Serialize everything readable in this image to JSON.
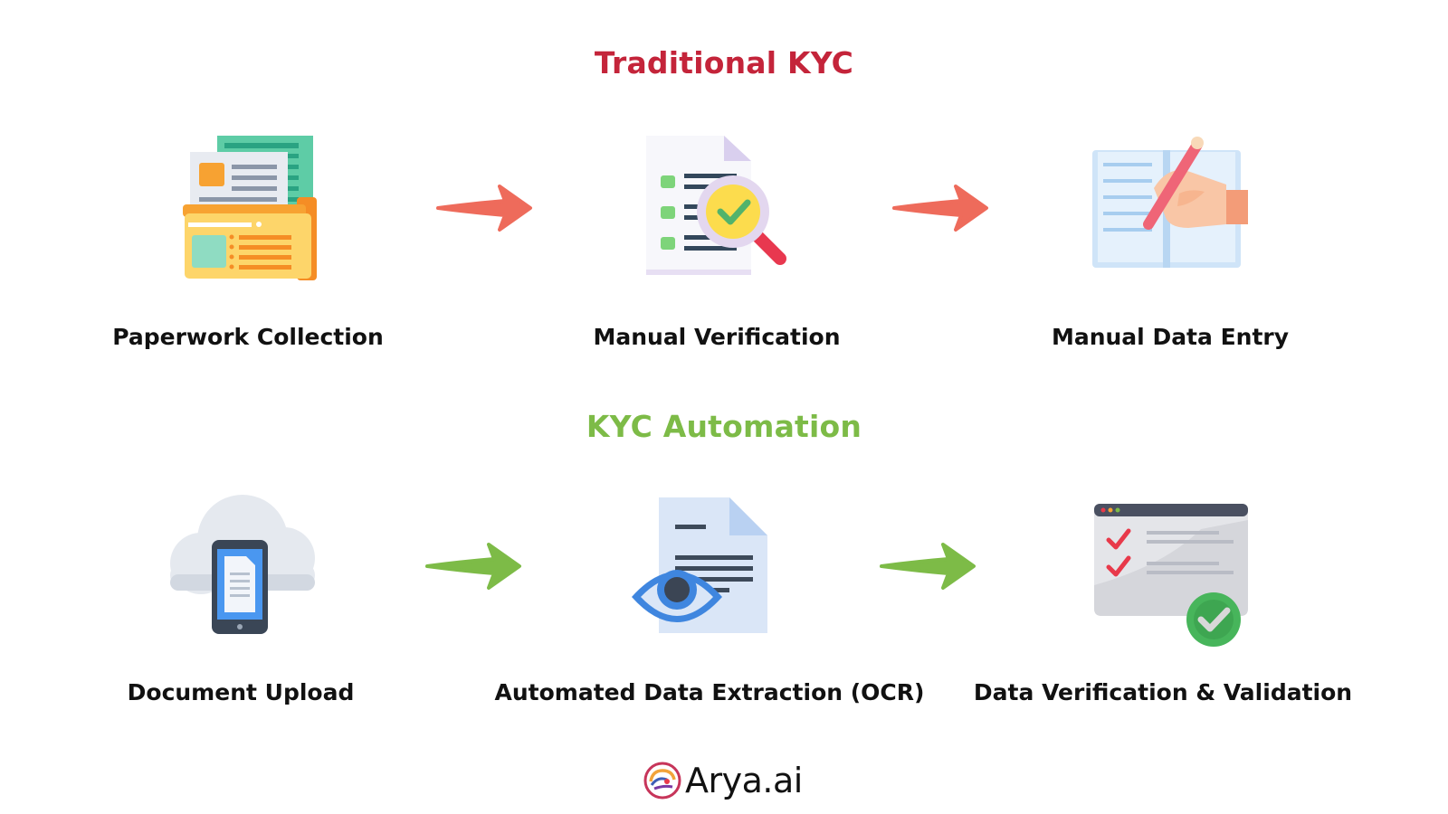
{
  "traditional": {
    "title": "Traditional KYC",
    "accent_color": "#c4243a",
    "arrow_color": "#ee6b5b",
    "steps": [
      {
        "label": "Paperwork Collection",
        "icon": "paperwork-folder-icon"
      },
      {
        "label": "Manual Verification",
        "icon": "checklist-magnifier-icon"
      },
      {
        "label": "Manual Data Entry",
        "icon": "hand-pencil-book-icon"
      }
    ]
  },
  "automation": {
    "title": "KYC Automation",
    "accent_color": "#7dbb47",
    "arrow_color": "#7dbb47",
    "steps": [
      {
        "label": "Document Upload",
        "icon": "cloud-phone-upload-icon"
      },
      {
        "label": "Automated Data Extraction (OCR)",
        "icon": "document-eye-icon"
      },
      {
        "label": "Data Verification & Validation",
        "icon": "browser-check-icon"
      }
    ]
  },
  "brand": {
    "name": "Arya.ai",
    "logo_icon": "brain-logo-icon"
  }
}
